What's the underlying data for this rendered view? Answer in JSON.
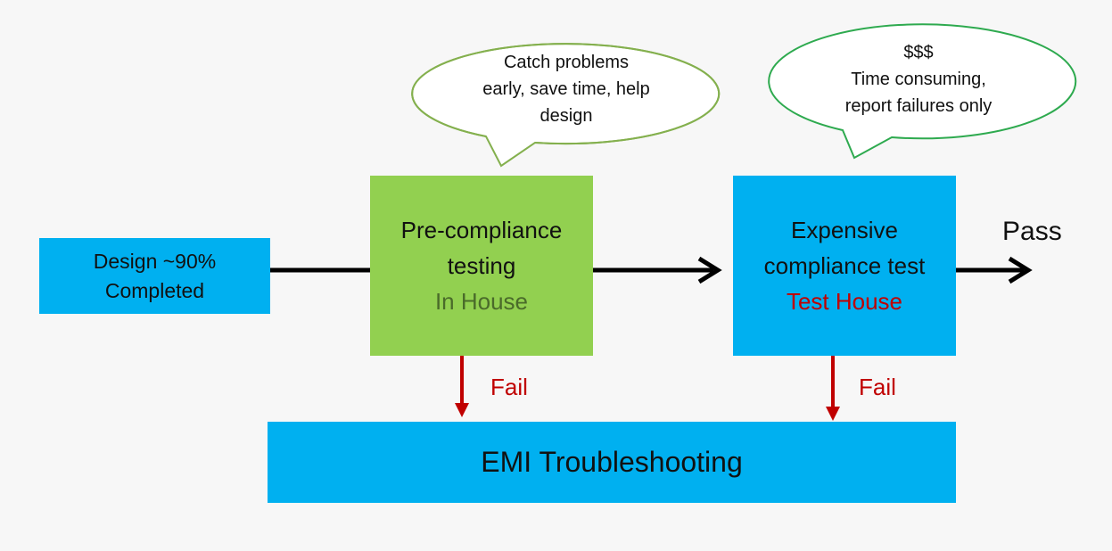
{
  "bubbles": {
    "left": {
      "line1": "Catch problems",
      "line2": "early, save time, help",
      "line3": "design"
    },
    "right": {
      "line1": "$$$",
      "line2": "Time consuming,",
      "line3": "report failures only"
    }
  },
  "nodes": {
    "design": {
      "line1": "Design ~90%",
      "line2": "Completed"
    },
    "precompliance": {
      "line1": "Pre-compliance",
      "line2": "testing",
      "sub": "In House"
    },
    "compliance": {
      "line1": "Expensive",
      "line2": "compliance test",
      "sub": "Test House"
    },
    "troubleshooting": {
      "label": "EMI Troubleshooting"
    }
  },
  "edges": {
    "pass_label": "Pass",
    "fail_left_label": "Fail",
    "fail_right_label": "Fail"
  },
  "colors": {
    "blue_box": "#00b0f0",
    "green_box": "#92d050",
    "fail_arrow": "#c00000",
    "bubble_outline": "#84b04e",
    "bubble_outline_right": "#2eaa4f"
  }
}
